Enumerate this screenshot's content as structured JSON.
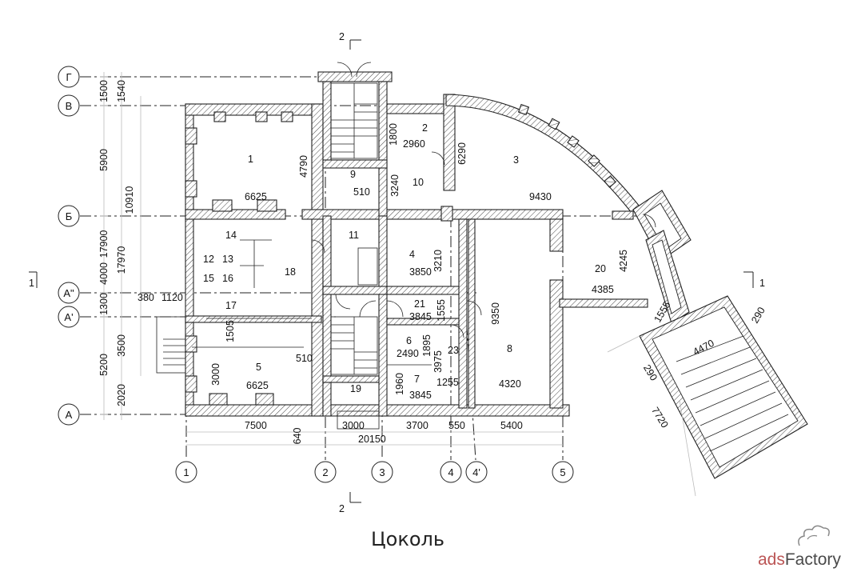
{
  "caption": "Цоколь",
  "watermark": "ads",
  "watermark_brand": "Factory",
  "row_axes": [
    "Г",
    "В",
    "Б",
    "А\"",
    "А'",
    "А"
  ],
  "col_axes": [
    "1",
    "2",
    "3",
    "4",
    "4'",
    "5"
  ],
  "section_marks": [
    "1",
    "1",
    "2",
    "2"
  ],
  "left_dims": [
    "1500",
    "1540",
    "5900",
    "10910",
    "17900",
    "4000",
    "17970",
    "1300",
    "380",
    "1120",
    "3500",
    "5200",
    "2020"
  ],
  "bottom_dims": [
    "7500",
    "640",
    "3000",
    "3700",
    "550",
    "5400",
    "20150"
  ],
  "rooms": [
    {
      "num": "1",
      "dims": [
        "6625",
        "4790"
      ]
    },
    {
      "num": "2",
      "dims": [
        "1800",
        "2960"
      ]
    },
    {
      "num": "3",
      "dims": [
        "6290",
        "9430"
      ]
    },
    {
      "num": "4",
      "dims": [
        "3850",
        "3210"
      ]
    },
    {
      "num": "5",
      "dims": [
        "6625",
        "3000",
        "510"
      ]
    },
    {
      "num": "6",
      "dims": [
        "2490",
        "1895"
      ]
    },
    {
      "num": "7",
      "dims": [
        "3845",
        "1960",
        "3975",
        "1255"
      ]
    },
    {
      "num": "8",
      "dims": [
        "4320",
        "9350"
      ]
    },
    {
      "num": "9",
      "dims": [
        "510",
        "3240"
      ]
    },
    {
      "num": "10",
      "dims": []
    },
    {
      "num": "11",
      "dims": []
    },
    {
      "num": "12",
      "dims": []
    },
    {
      "num": "13",
      "dims": []
    },
    {
      "num": "14",
      "dims": []
    },
    {
      "num": "15",
      "dims": []
    },
    {
      "num": "16",
      "dims": []
    },
    {
      "num": "17",
      "dims": [
        "1505"
      ]
    },
    {
      "num": "18",
      "dims": []
    },
    {
      "num": "19",
      "dims": []
    },
    {
      "num": "20",
      "dims": [
        "4385",
        "4245"
      ]
    },
    {
      "num": "21",
      "dims": [
        "3845",
        "1555"
      ]
    },
    {
      "num": "23",
      "dims": []
    }
  ],
  "annex_dims": [
    "1555",
    "290",
    "4470",
    "290",
    "7720"
  ]
}
